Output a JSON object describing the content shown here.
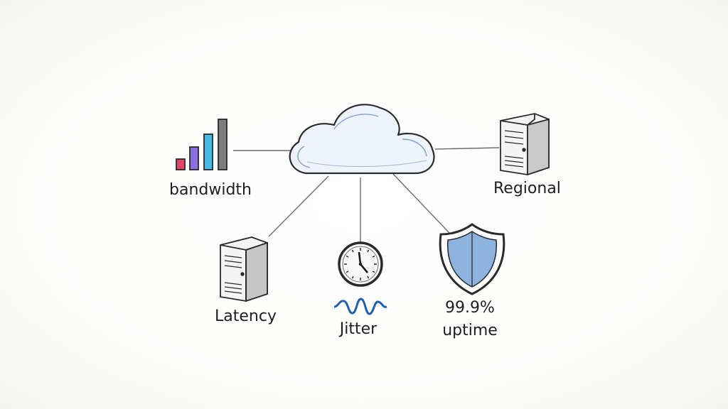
{
  "nodes": {
    "cloud": {
      "name": "cloud"
    },
    "bandwidth": {
      "label": "bandwidth",
      "bar_colors": [
        "#e0456a",
        "#8a6fe0",
        "#47b9e6",
        "#7d7d7d"
      ]
    },
    "regional": {
      "label": "Regional"
    },
    "latency": {
      "label": "Latency"
    },
    "jitter": {
      "label": "Jitter",
      "wave_color": "#1f5fb0"
    },
    "uptime": {
      "line1": "99.9%",
      "line2": "uptime",
      "shield_color": "#8fb3e0"
    }
  }
}
